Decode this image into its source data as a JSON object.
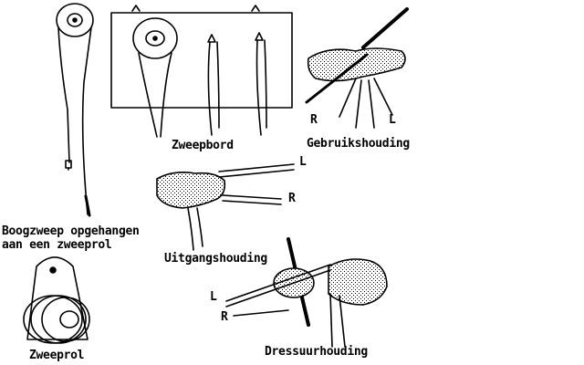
{
  "captions": {
    "whip_board": "Zweepbord",
    "usage_grip": "Gebruikshouding",
    "exit_grip": "Uitgangshouding",
    "bow_whip_line1": "Boogzweep opgehangen",
    "bow_whip_line2": "aan een zweeprol",
    "whip_reel": "Zweeprol",
    "dressage_grip": "Dressuurhouding"
  },
  "hand_markers": {
    "left": "L",
    "right": "R"
  },
  "colors": {
    "ink": "#000000",
    "paper": "#ffffff"
  }
}
